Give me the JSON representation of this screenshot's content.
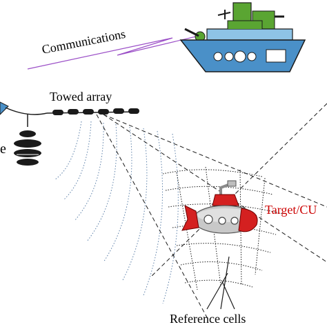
{
  "labels": {
    "communications": "Communications",
    "towed_array": "Towed array",
    "target": "Target/CU",
    "reference_cells": "Reference cells",
    "left_partial": "e"
  },
  "colors": {
    "ship_hull": "#4a90c8",
    "ship_cabin": "#8ec3e6",
    "ship_stack": "#5aa532",
    "deck_gun": "#2f6b2f",
    "comm_line": "#9b4fc7",
    "sub_red": "#d42020",
    "sub_gray": "#bdbdbd",
    "target_text": "#cc0000"
  },
  "icons": [
    "ship-icon",
    "submarine-icon",
    "sonar-emitter-icon",
    "towed-array-icon",
    "buoy-icon"
  ]
}
